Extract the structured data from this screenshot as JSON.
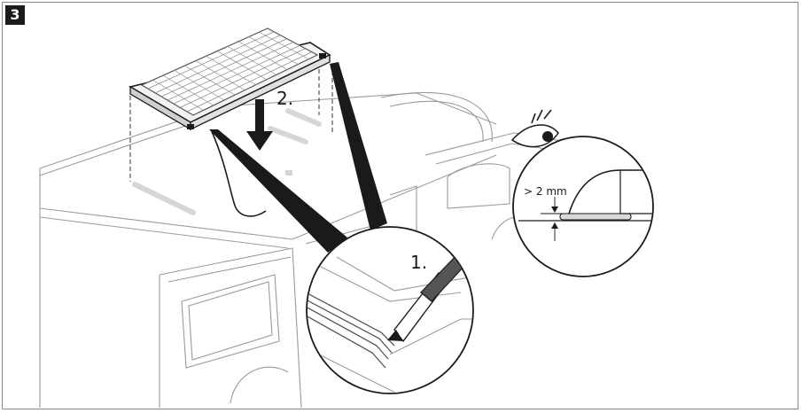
{
  "figure": {
    "step_number": "3",
    "label_step1": "1.",
    "label_step2": "2.",
    "label_gap": "> 2 mm"
  },
  "icons": {
    "eye": "eye-icon",
    "arrow": "down-arrow-icon"
  },
  "colors": {
    "line": "#1a1a1a",
    "vehicle": "#9a9a9a",
    "marking": "#d6d6d6",
    "badge": "#1a1a1a"
  }
}
